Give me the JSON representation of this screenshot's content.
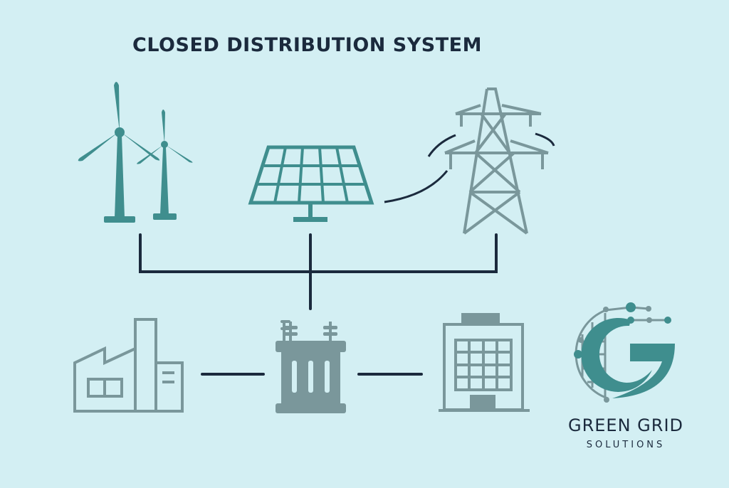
{
  "title": "CLOSED DISTRIBUTION SYSTEM",
  "logo": {
    "name": "GREEN GRID",
    "tagline": "SOLUTIONS"
  },
  "nodes": {
    "sources": [
      "wind-turbines-icon",
      "solar-panel-icon",
      "transmission-tower-icon"
    ],
    "consumers": [
      "factory-icon",
      "transformer-icon",
      "office-building-icon"
    ]
  },
  "colors": {
    "background": "#d3eff3",
    "teal": "#3f8e8e",
    "gray": "#7a979b",
    "dark": "#1b2a3d"
  }
}
